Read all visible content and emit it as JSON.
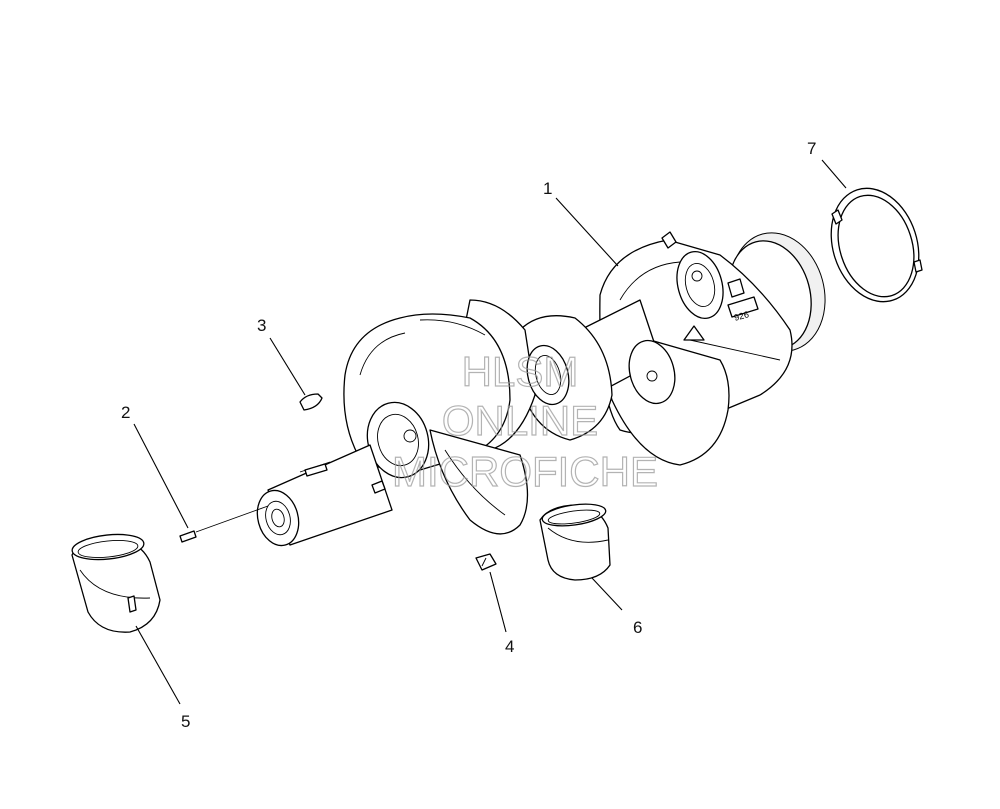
{
  "callouts": {
    "c1": "1",
    "c2": "2",
    "c3": "3",
    "c4": "4",
    "c5": "5",
    "c6": "6",
    "c7": "7"
  },
  "stamp": "926",
  "watermark": {
    "line1": "HLSM",
    "line2": "ONLINE",
    "line3": "MICROFICHE"
  }
}
